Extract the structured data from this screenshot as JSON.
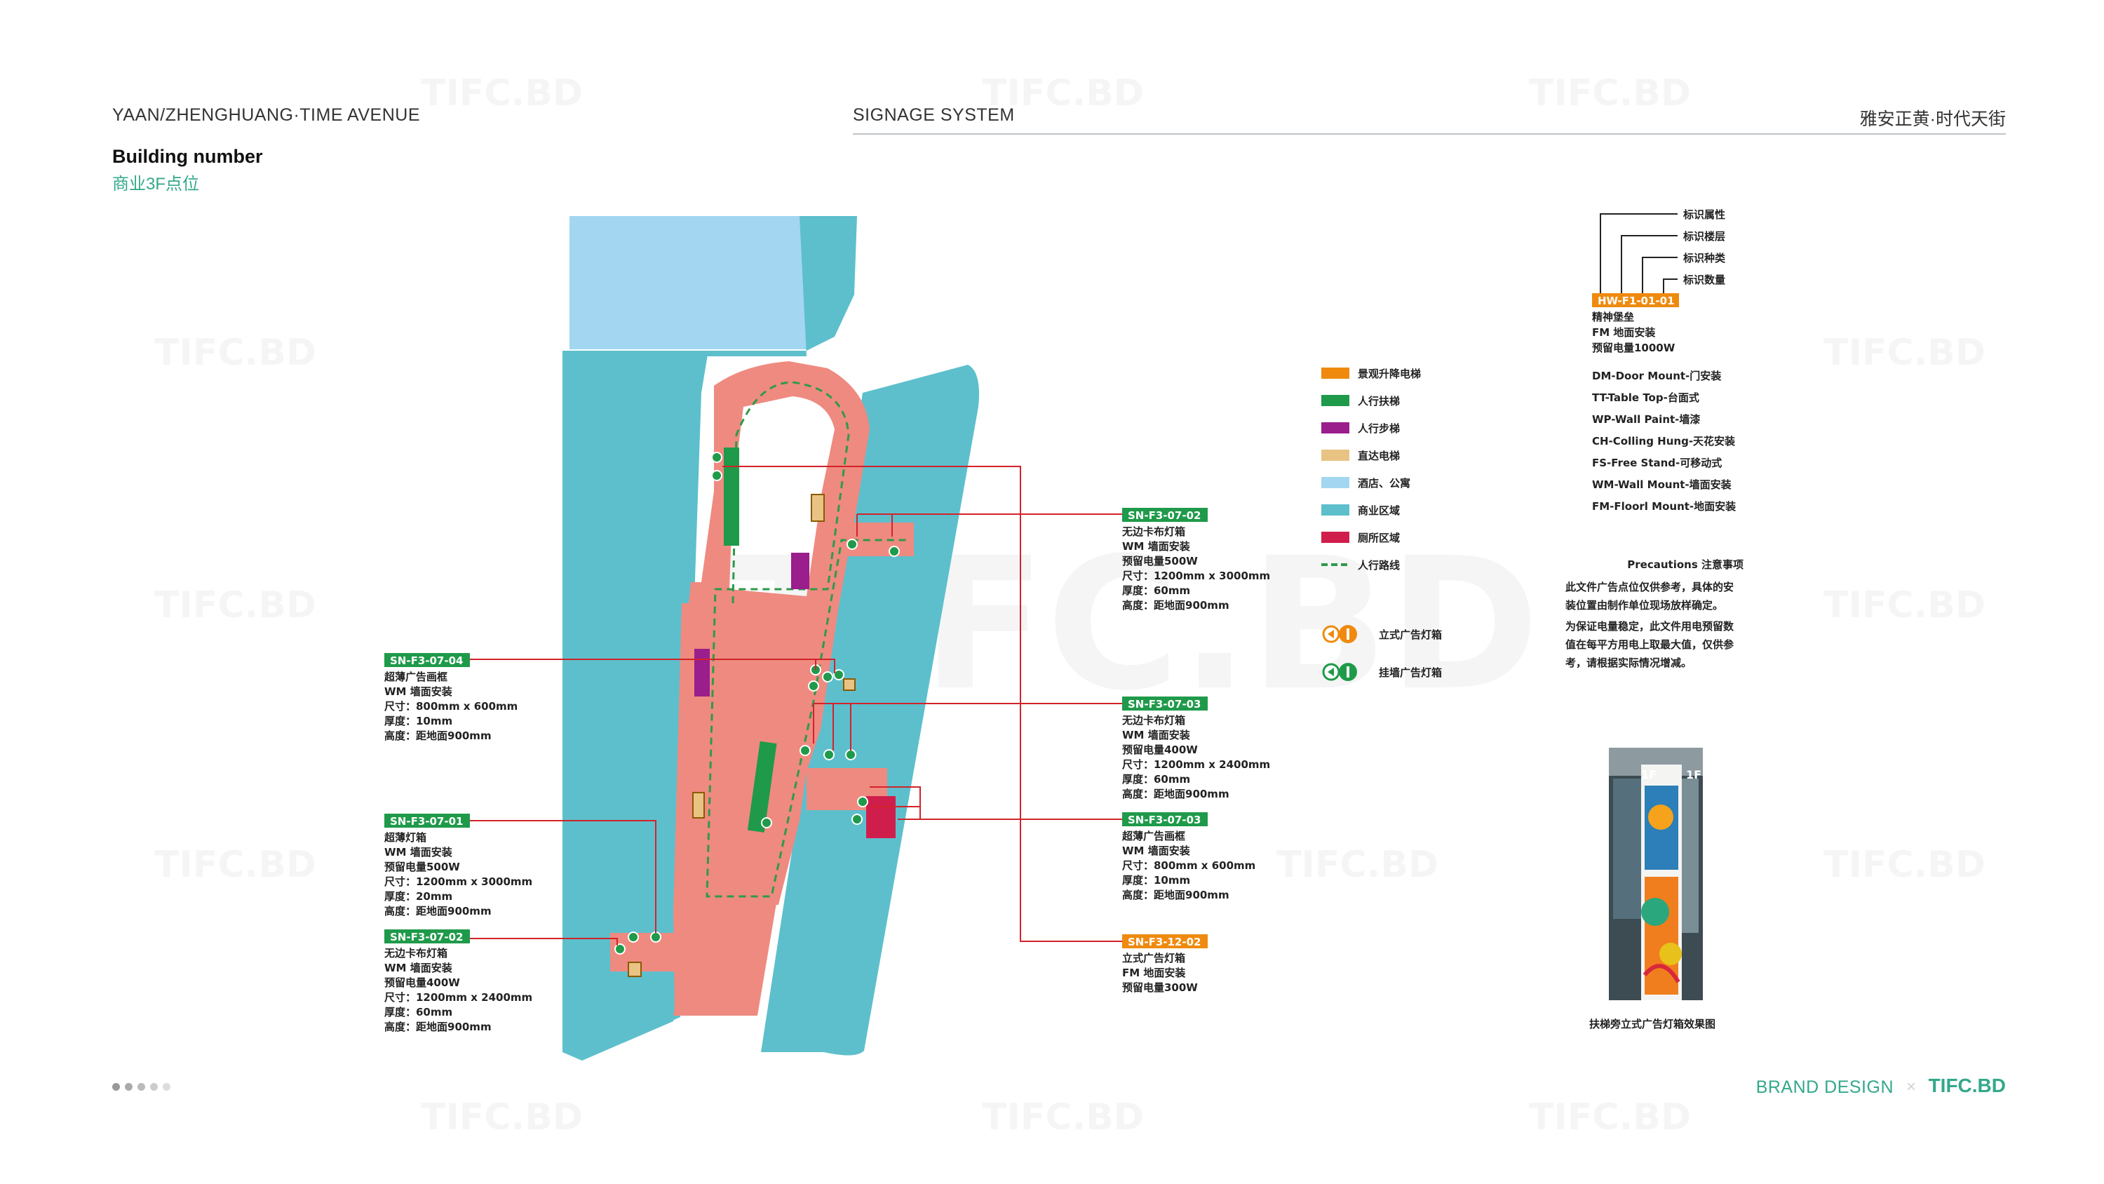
{
  "header": {
    "left": "YAAN/ZHENGHUANG·TIME AVENUE",
    "mid": "SIGNAGE SYSTEM",
    "right": "雅安正黄·时代天街"
  },
  "page": {
    "heading": "Building number",
    "subheading": "商业3F点位"
  },
  "watermark": "TIFC.BD",
  "colors": {
    "mall": "#5dbfcc",
    "hotel": "#a3d6f0",
    "walkway": "#ef8a80",
    "route": "#2f9a4a",
    "escalator": "#1f9a4a",
    "stairs": "#9a1e8c",
    "lift": "#e8c383",
    "sightseeing_lift": "#ef8a0e",
    "toilet": "#d01e4c",
    "callout_line": "#d2232a",
    "tag_green": "#1f9a4a",
    "tag_orange": "#ef8a0e",
    "accent": "#33a88b"
  },
  "callouts": [
    {
      "code": "SN-F3-07-02",
      "lines": [
        "无边卡布灯箱",
        "WM 墙面安装",
        "预留电量500W",
        "尺寸：1200mm x 3000mm",
        "厚度：60mm",
        "高度：距地面900mm"
      ]
    },
    {
      "code": "SN-F3-07-04",
      "lines": [
        "超薄广告画框",
        "WM 墙面安装",
        "尺寸：800mm x 600mm",
        "厚度：10mm",
        "高度：距地面900mm"
      ]
    },
    {
      "code": "SN-F3-07-03",
      "lines": [
        "无边卡布灯箱",
        "WM 墙面安装",
        "预留电量400W",
        "尺寸：1200mm x 2400mm",
        "厚度：60mm",
        "高度：距地面900mm"
      ]
    },
    {
      "code": "SN-F3-07-01",
      "lines": [
        "超薄灯箱",
        "WM 墙面安装",
        "预留电量500W",
        "尺寸：1200mm x 3000mm",
        "厚度：20mm",
        "高度：距地面900mm"
      ]
    },
    {
      "code": "SN-F3-07-03",
      "lines": [
        "超薄广告画框",
        "WM 墙面安装",
        "尺寸：800mm x 600mm",
        "厚度：10mm",
        "高度：距地面900mm"
      ]
    },
    {
      "code": "SN-F3-07-02",
      "lines": [
        "无边卡布灯箱",
        "WM 墙面安装",
        "预留电量400W",
        "尺寸：1200mm x 2400mm",
        "厚度：60mm",
        "高度：距地面900mm"
      ]
    },
    {
      "code": "SN-F3-12-02",
      "lines": [
        "立式广告灯箱",
        "FM 地面安装",
        "预留电量300W"
      ]
    }
  ],
  "legend": [
    {
      "label": "景观升降电梯",
      "color": "#ef8a0e"
    },
    {
      "label": "人行扶梯",
      "color": "#1f9a4a"
    },
    {
      "label": "人行步梯",
      "color": "#9a1e8c"
    },
    {
      "label": "直达电梯",
      "color": "#e8c383"
    },
    {
      "label": "酒店、公寓",
      "color": "#a3d6f0"
    },
    {
      "label": "商业区域",
      "color": "#5dbfcc"
    },
    {
      "label": "厕所区域",
      "color": "#d01e4c"
    },
    {
      "label": "人行路线",
      "color": "#2f9a4a"
    }
  ],
  "symbols": {
    "standing": "立式广告灯箱",
    "wall": "挂墙广告灯箱"
  },
  "code_key": {
    "attrs": [
      "标识属性",
      "标识楼层",
      "标识种类",
      "标识数量"
    ],
    "sample_code": "HW-F1-01-01",
    "sample_lines": [
      "精神堡垒",
      "FM 地面安装",
      "预留电量1000W"
    ]
  },
  "mount_types": [
    "DM-Door Mount-门安装",
    "TT-Table Top-台面式",
    "WP-Wall Paint-墙漆",
    "CH-Colling Hung-天花安装",
    "FS-Free Stand-可移动式",
    "WM-Wall Mount-墙面安装",
    "FM-Floorl Mount-地面安装"
  ],
  "precautions": {
    "title": "Precautions 注意事项",
    "lines": [
      "此文件广告点位仅供参考，具体的安",
      "装位置由制作单位现场放样确定。",
      "为保证电量稳定，此文件用电预留数",
      "值在每平方用电上取最大值，仅供参",
      "考，请根据实际情况增减。"
    ]
  },
  "photo": {
    "caption": "扶梯旁立式广告灯箱效果图",
    "floor_text": "1F",
    "floor_text2": "1F"
  },
  "footer": {
    "brand": "BRAND DESIGN",
    "separator": "×",
    "logo": "TIFC.BD"
  }
}
